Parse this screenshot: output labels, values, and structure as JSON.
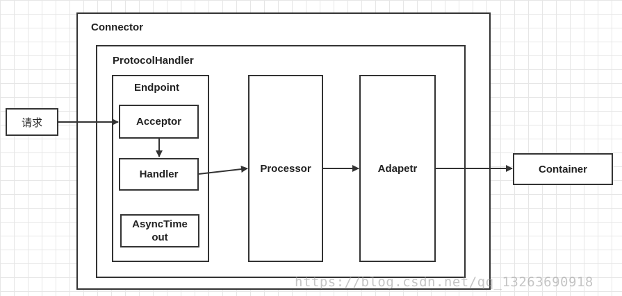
{
  "diagram": {
    "connector": "Connector",
    "protocol_handler": "ProtocolHandler",
    "endpoint": "Endpoint",
    "acceptor": "Acceptor",
    "handler": "Handler",
    "async_timeout_line1": "AsyncTime",
    "async_timeout_line2": "out",
    "processor": "Processor",
    "adapter": "Adapetr",
    "request": "请求",
    "container": "Container"
  },
  "watermark": "https://blog.csdn.net/qq_13263690918",
  "colors": {
    "stroke": "#333333",
    "grid": "#e6e6e6",
    "background": "#ffffff"
  }
}
